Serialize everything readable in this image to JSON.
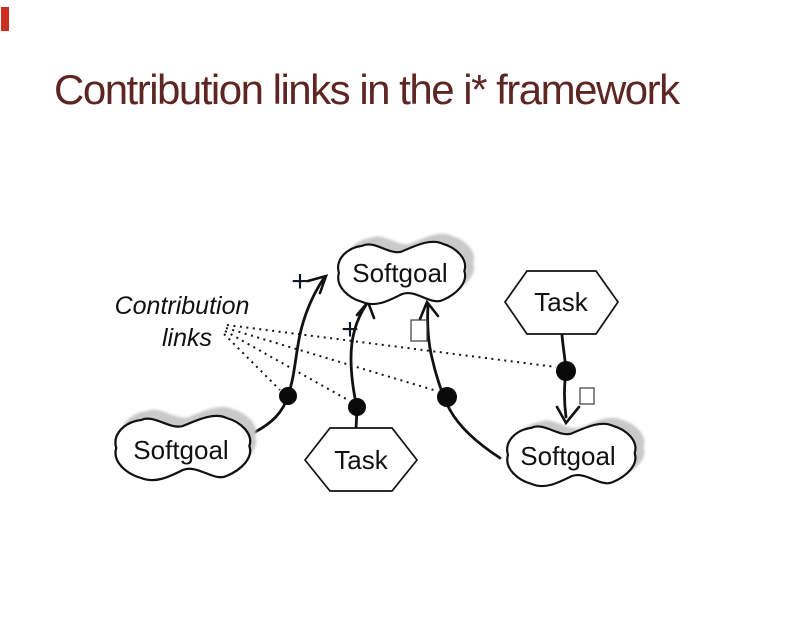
{
  "slide": {
    "title": "Contribution links in the i* framework"
  },
  "colors": {
    "title_text": "#5e2622",
    "accent_bar": "#cd2f21",
    "node_shadow": "#c9c9c9",
    "diagram_stroke": "#111111"
  },
  "diagram": {
    "legend": {
      "line1": "Contribution",
      "line2": "links"
    },
    "symbols": {
      "plus_upper": "+",
      "plus_lower": "+"
    },
    "nodes": [
      {
        "id": "softgoal-top",
        "type": "softgoal",
        "label": "Softgoal"
      },
      {
        "id": "task-top-right",
        "type": "task",
        "label": "Task"
      },
      {
        "id": "softgoal-bottom-left",
        "type": "softgoal",
        "label": "Softgoal"
      },
      {
        "id": "task-bottom",
        "type": "task",
        "label": "Task"
      },
      {
        "id": "softgoal-bottom-right",
        "type": "softgoal",
        "label": "Softgoal"
      }
    ]
  }
}
